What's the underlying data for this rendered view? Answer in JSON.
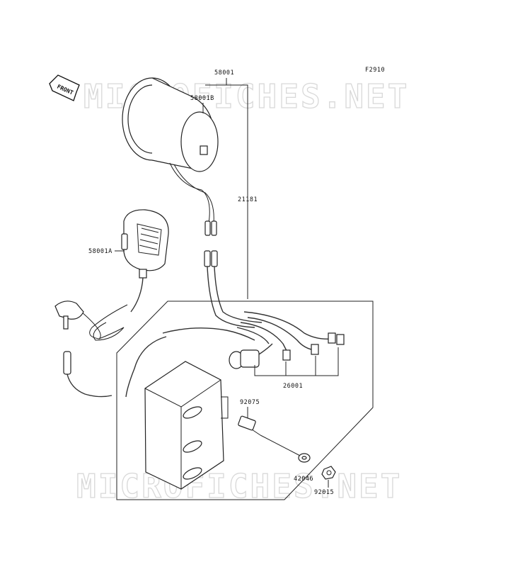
{
  "figure_code": "F2910",
  "front_label": "FRONT",
  "watermark_text": "MICROFICHES.NET",
  "parts": {
    "speaker_assy": "58001",
    "speaker": "58001B",
    "microphone": "58001A",
    "lead_wire": "21181",
    "harness": "26001",
    "bolt": "92075",
    "washer": "42046",
    "nut": "92015"
  }
}
